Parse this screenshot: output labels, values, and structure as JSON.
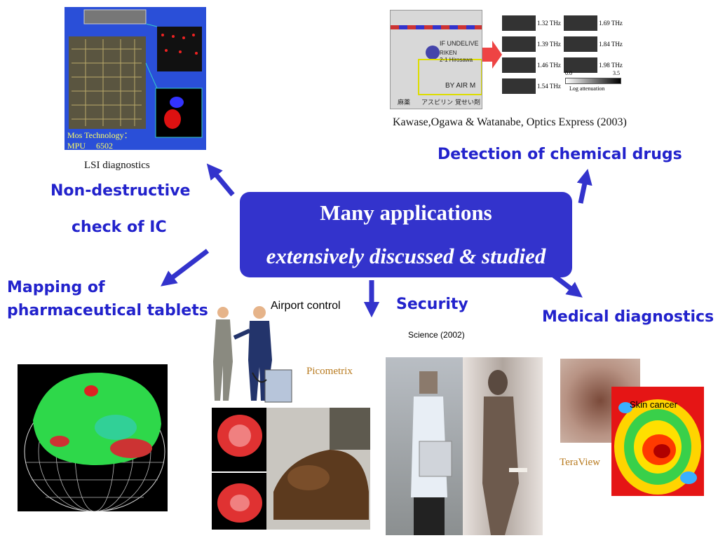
{
  "center": {
    "line1": "Many applications",
    "line2": "extensively discussed & studied"
  },
  "labels": {
    "non_destructive_1": "Non-destructive",
    "non_destructive_2": "check of IC",
    "chemical": "Detection of chemical drugs",
    "mapping_1": "Mapping of",
    "mapping_2": "pharmaceutical tablets",
    "airport": "Airport control",
    "security": "Security",
    "medical": "Medical diagnostics"
  },
  "captions": {
    "lsi": "LSI diagnostics",
    "mos_1": "Mos Technology：",
    "mos_2": "MPU　 6502",
    "kawase": "Kawase,Ogawa & Watanabe, Optics Express (2003)",
    "science": "Science (2002)",
    "picometrix": "Picometrix",
    "teraview": "TeraView",
    "skin": "Skin cancer"
  },
  "thz_labels": [
    "1.32 THz",
    "1.69 THz",
    "1.39 THz",
    "1.84 THz",
    "1.46 THz",
    "1.98 THz",
    "1.54 THz"
  ],
  "thz_scale": {
    "min": "0.0",
    "max": "3.5",
    "label": "Log attenuation"
  },
  "envelope_text": [
    "IF UNDELIVE",
    "RIKEN",
    "2-1 Hirosawa",
    "BY AIR M"
  ],
  "envelope_jp": [
    "麻薬",
    "アスピリン",
    "覚せい剤"
  ],
  "colors": {
    "accent": "#3333cc",
    "label": "#2222cc",
    "caption_brown": "#b87a1e"
  }
}
